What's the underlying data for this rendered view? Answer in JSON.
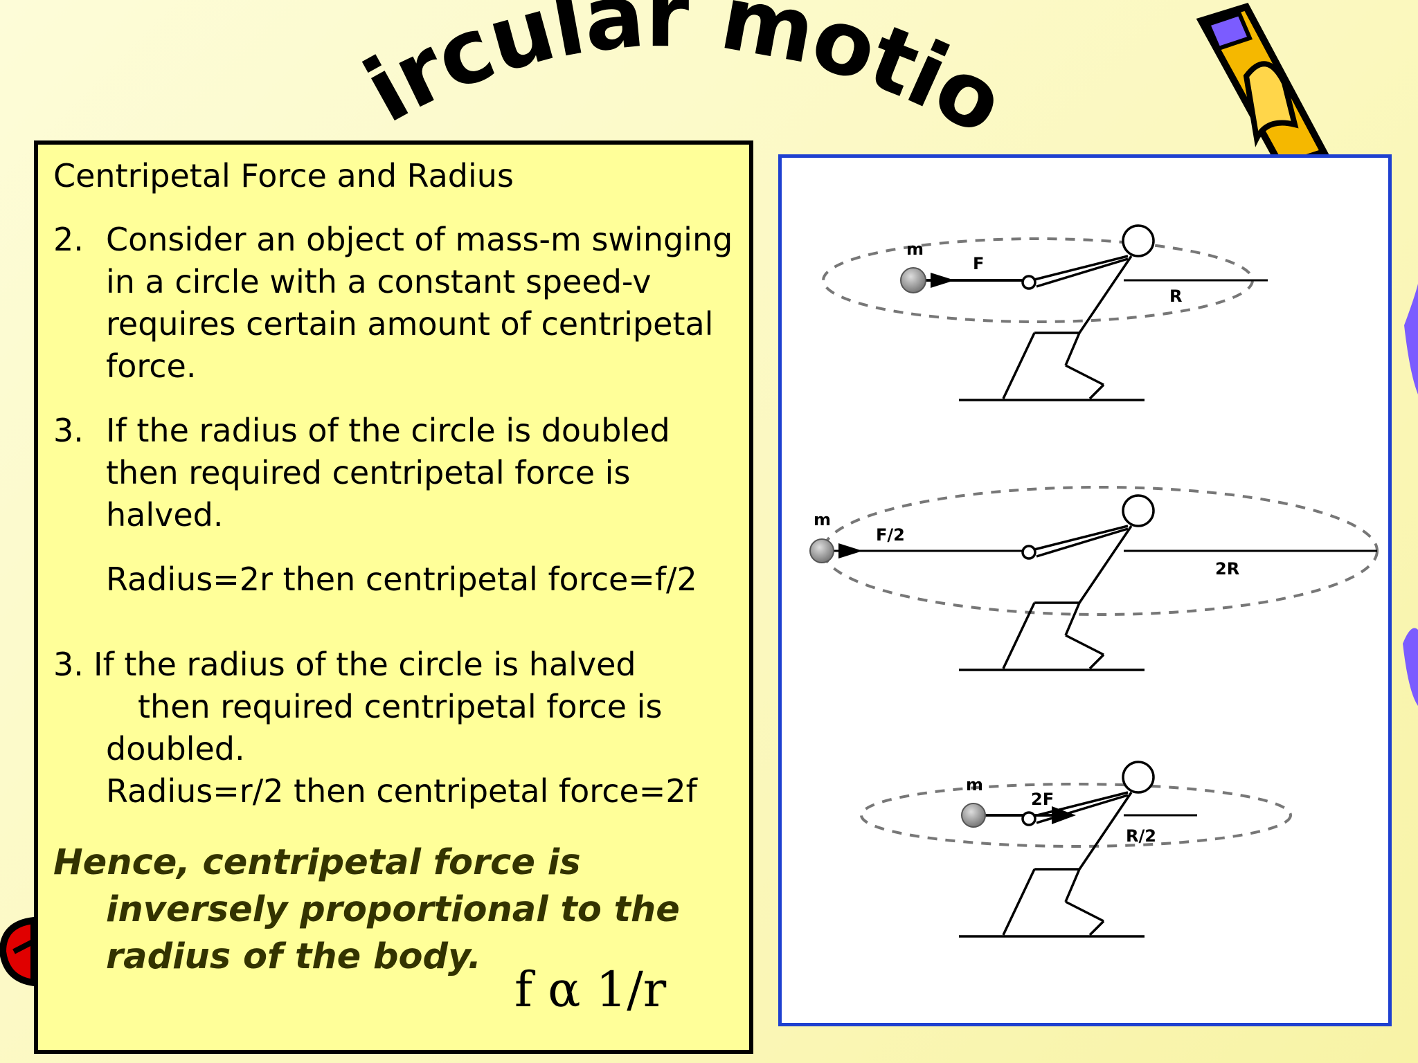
{
  "title": "Circular motion",
  "panel": {
    "heading": "Centripetal Force and Radius",
    "items": [
      {
        "number": "2.",
        "lines": [
          "Consider an object of mass-m swinging",
          "in a circle with a constant speed-v",
          "requires certain amount of centripetal",
          "force."
        ]
      },
      {
        "number": "3.",
        "lines": [
          "If the radius  of the circle is doubled",
          "then required  centripetal force is",
          "halved."
        ],
        "formula": "Radius=2r  then centripetal force=f/2"
      },
      {
        "number": "3.",
        "first_line": "If the radius  of the circle is halved",
        "lines": [
          "then required  centripetal force is",
          "doubled."
        ],
        "formula": "Radius=r/2  then centripetal force=2f"
      }
    ],
    "conclusion": [
      "Hence, centripetal force is",
      "inversely proportional to the",
      "radius of the body."
    ],
    "relation": "f α 1/r"
  },
  "diagram": {
    "panels": [
      {
        "mass": "m",
        "force": "F",
        "radius": "R"
      },
      {
        "mass": "m",
        "force": "F/2",
        "radius": "2R"
      },
      {
        "mass": "m",
        "force": "2F",
        "radius": "R/2"
      }
    ]
  },
  "colors": {
    "background": "#fbf8bf",
    "panel_fill": "#ffff99",
    "diagram_border": "#1e40d0",
    "conclusion_text": "#333300",
    "pencil": "#f5b800"
  }
}
